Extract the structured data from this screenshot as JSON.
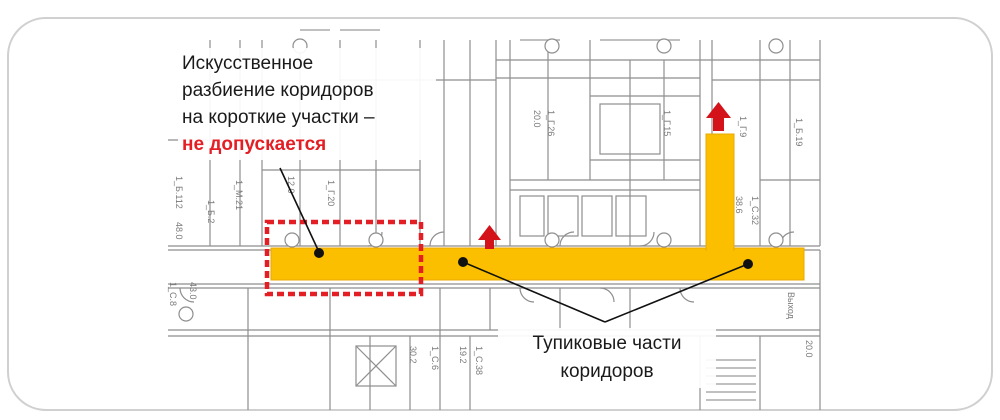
{
  "annotations": {
    "split_corridors": {
      "lines": [
        "Искусственное",
        "разбиение коридоров",
        "на короткие участки –"
      ],
      "warning": "не допускается"
    },
    "dead_ends": {
      "lines": [
        "Тупиковые части",
        "коридоров"
      ]
    }
  },
  "room_labels": [
    "1_Б.2",
    "1_М.21",
    "1_Б.112",
    "12.0",
    "48.0",
    "1_Г.20",
    "20.0",
    "1_Г.26",
    "1_Г.15",
    "1_Г.9",
    "1_Б.19",
    "1_С.32",
    "38.6",
    "1_С.8",
    "43.0",
    "1_С.6",
    "1_С.38",
    "19.2",
    "30.2",
    "Выход",
    "20.0"
  ],
  "colors": {
    "corridor": "#fbbf00",
    "corridor_edge": "#e8a800",
    "exit_arrow": "#d4121a",
    "highlight_frame": "#e31e24",
    "leader_line": "#111111",
    "plan_lines": "#8e8e8e",
    "plan_frame": "#d0d0d0"
  },
  "icons": [
    "exit-arrow-icon",
    "callout-dot-icon"
  ]
}
